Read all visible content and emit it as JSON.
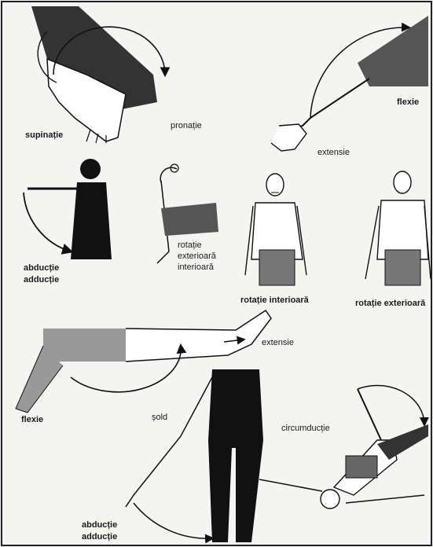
{
  "labels": {
    "supinatie": "supinație",
    "pronatie": "pronație",
    "flexie_top": "flexie",
    "extensie_top": "extensie",
    "abductie_1": "abducție",
    "adductie_1": "adducție",
    "rotatie_line1": "rotație",
    "rotatie_line2": "exterioară",
    "rotatie_line3": "interioară",
    "rotatie_interioara": "rotație interioară",
    "rotatie_exterioara": "rotație exterioară",
    "extensie_leg": "extensie",
    "flexie_leg": "flexie",
    "sold": "șold",
    "circumductie": "circumducție",
    "abductie_2": "abducție",
    "adductie_2": "adducție"
  }
}
